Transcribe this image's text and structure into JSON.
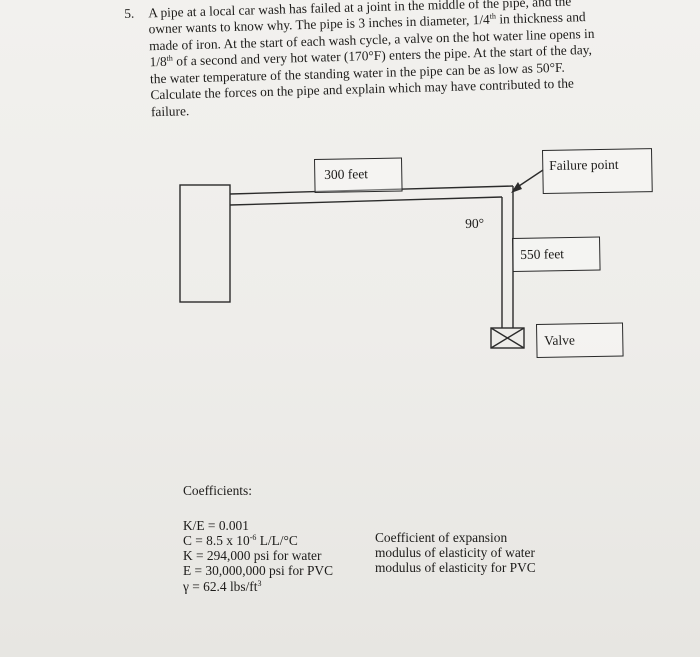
{
  "problem": {
    "number": "5.",
    "lines": [
      "A pipe at a local car wash has failed at a joint in the middle of the pipe, and the",
      "owner wants to know why.  The pipe is 3 inches in diameter, 1/4",
      "made of iron. At the start of each wash cycle, a valve on the hot water line opens in",
      "1/8",
      "the water temperature of the standing water in the pipe can be as low as 50°F.",
      "Calculate the forces on the pipe and explain which may have contributed to the",
      "failure."
    ],
    "line2_sup": "th",
    "line2_tail": " in thickness and",
    "line4_sup": "th",
    "line4_tail": " of a second and very hot water (170°F) enters the pipe. At the start of the day,"
  },
  "diagram": {
    "label_300": "300 feet",
    "label_failure": "Failure point",
    "label_angle": "90°",
    "label_550": "550 feet",
    "label_valve": "Valve"
  },
  "coefficients": {
    "heading": "Coefficients:",
    "rows": [
      {
        "left": "K/E = 0.001",
        "right": ""
      },
      {
        "left": "C   = 8.5 x 10",
        "sup": "-6",
        "left_tail": "  L/L/°C",
        "right": "Coefficient of expansion"
      },
      {
        "left": "K = 294,000 psi for water",
        "right": "modulus of elasticity of water"
      },
      {
        "left": "E  = 30,000,000 psi for PVC",
        "right": "modulus of elasticity for PVC"
      },
      {
        "left": "γ =  62.4 lbs/ft",
        "sup": "3",
        "right": ""
      }
    ]
  }
}
